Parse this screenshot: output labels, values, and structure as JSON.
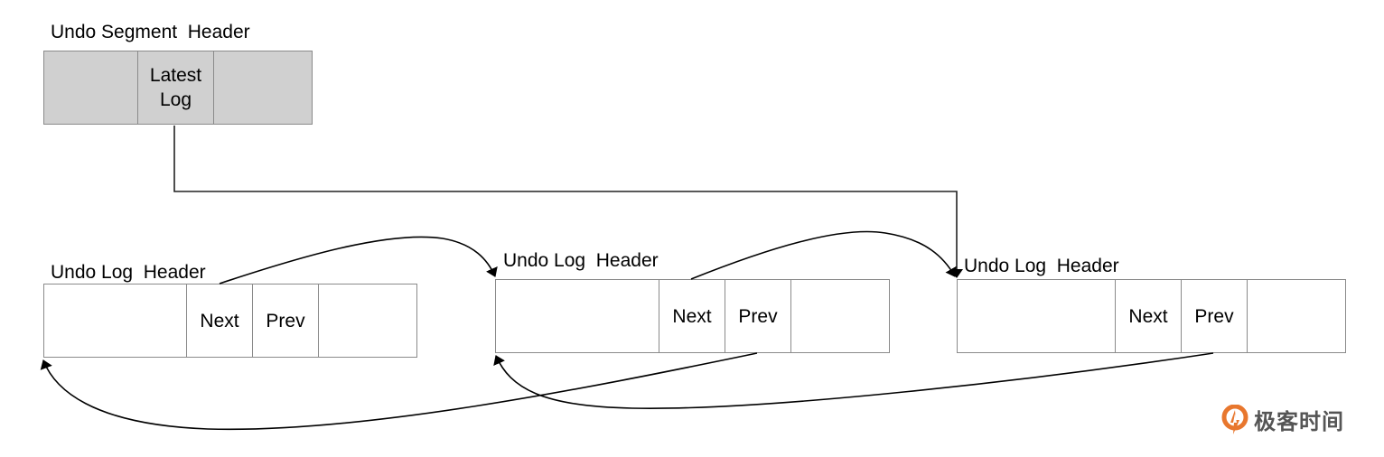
{
  "diagram": {
    "segment_header": {
      "title": "Undo Segment  Header",
      "cells": [
        "",
        "Latest\nLog",
        ""
      ],
      "fill_color": "#d0d0d0"
    },
    "log_headers": [
      {
        "title": "Undo Log  Header",
        "cells": [
          "",
          "Next",
          "Prev",
          ""
        ]
      },
      {
        "title": "Undo Log  Header",
        "cells": [
          "",
          "Next",
          "Prev",
          ""
        ]
      },
      {
        "title": "Undo Log  Header",
        "cells": [
          "",
          "Next",
          "Prev",
          ""
        ]
      }
    ],
    "connections": [
      {
        "from": "segment_header.Latest Log",
        "to": "log_headers.2",
        "style": "orthogonal-arrow"
      },
      {
        "from": "log_headers.0.Next",
        "to": "log_headers.1",
        "style": "curved-arrow"
      },
      {
        "from": "log_headers.1.Next",
        "to": "log_headers.2",
        "style": "curved-arrow"
      },
      {
        "from": "log_headers.1.Prev",
        "to": "log_headers.0",
        "style": "curved-arrow"
      },
      {
        "from": "log_headers.2.Prev",
        "to": "log_headers.1",
        "style": "curved-arrow"
      }
    ],
    "border_color": "#8a8a8a",
    "line_color": "#000000"
  },
  "watermark": {
    "text": "极客时间",
    "icon": "geektime-logo-icon",
    "accent_color": "#e8772e"
  }
}
